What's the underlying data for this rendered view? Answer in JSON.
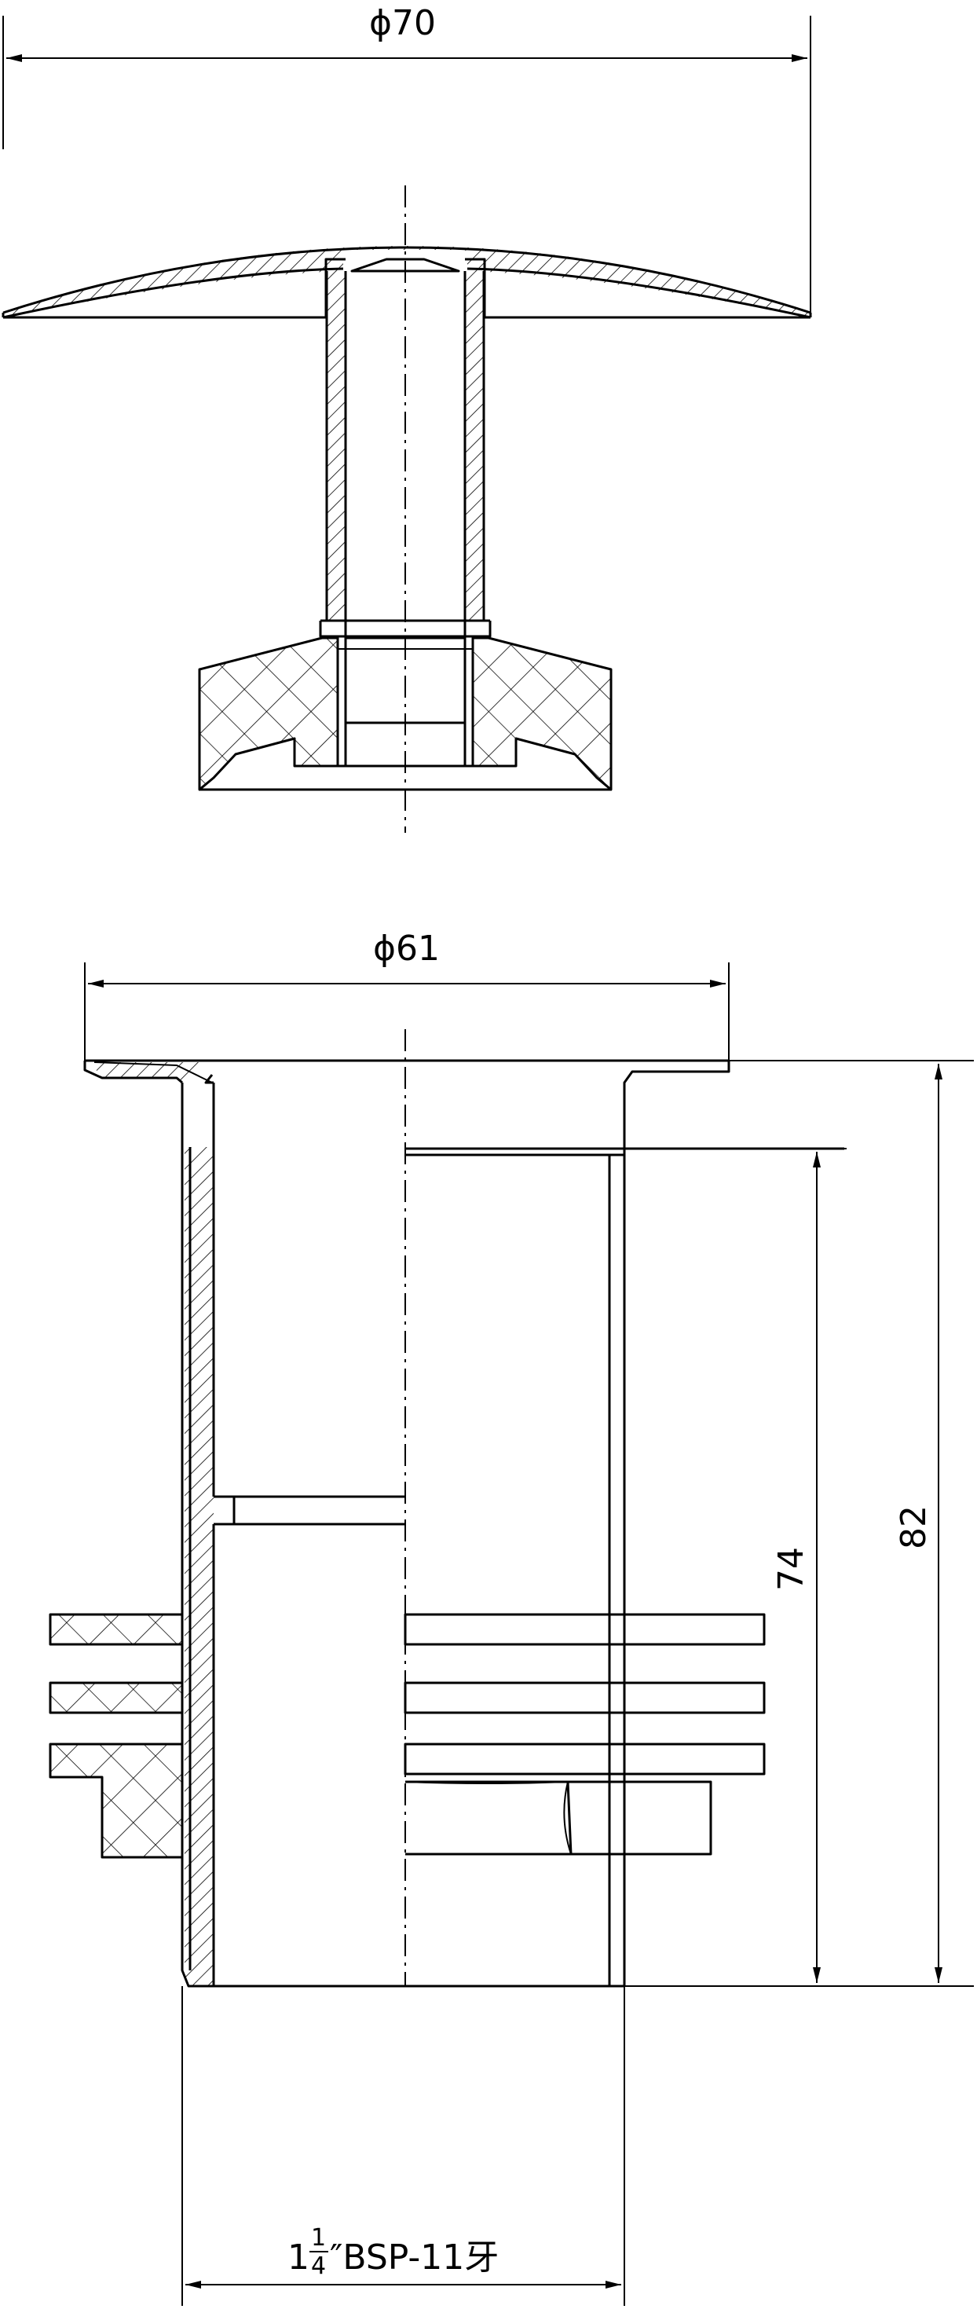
{
  "labels": {
    "cap_diameter": "ϕ70",
    "body_diameter": "ϕ61",
    "height_total": "82",
    "height_inner": "74",
    "thread_whole": "1",
    "thread_num": "1",
    "thread_den": "4",
    "thread_rest": "″BSP-11牙"
  }
}
